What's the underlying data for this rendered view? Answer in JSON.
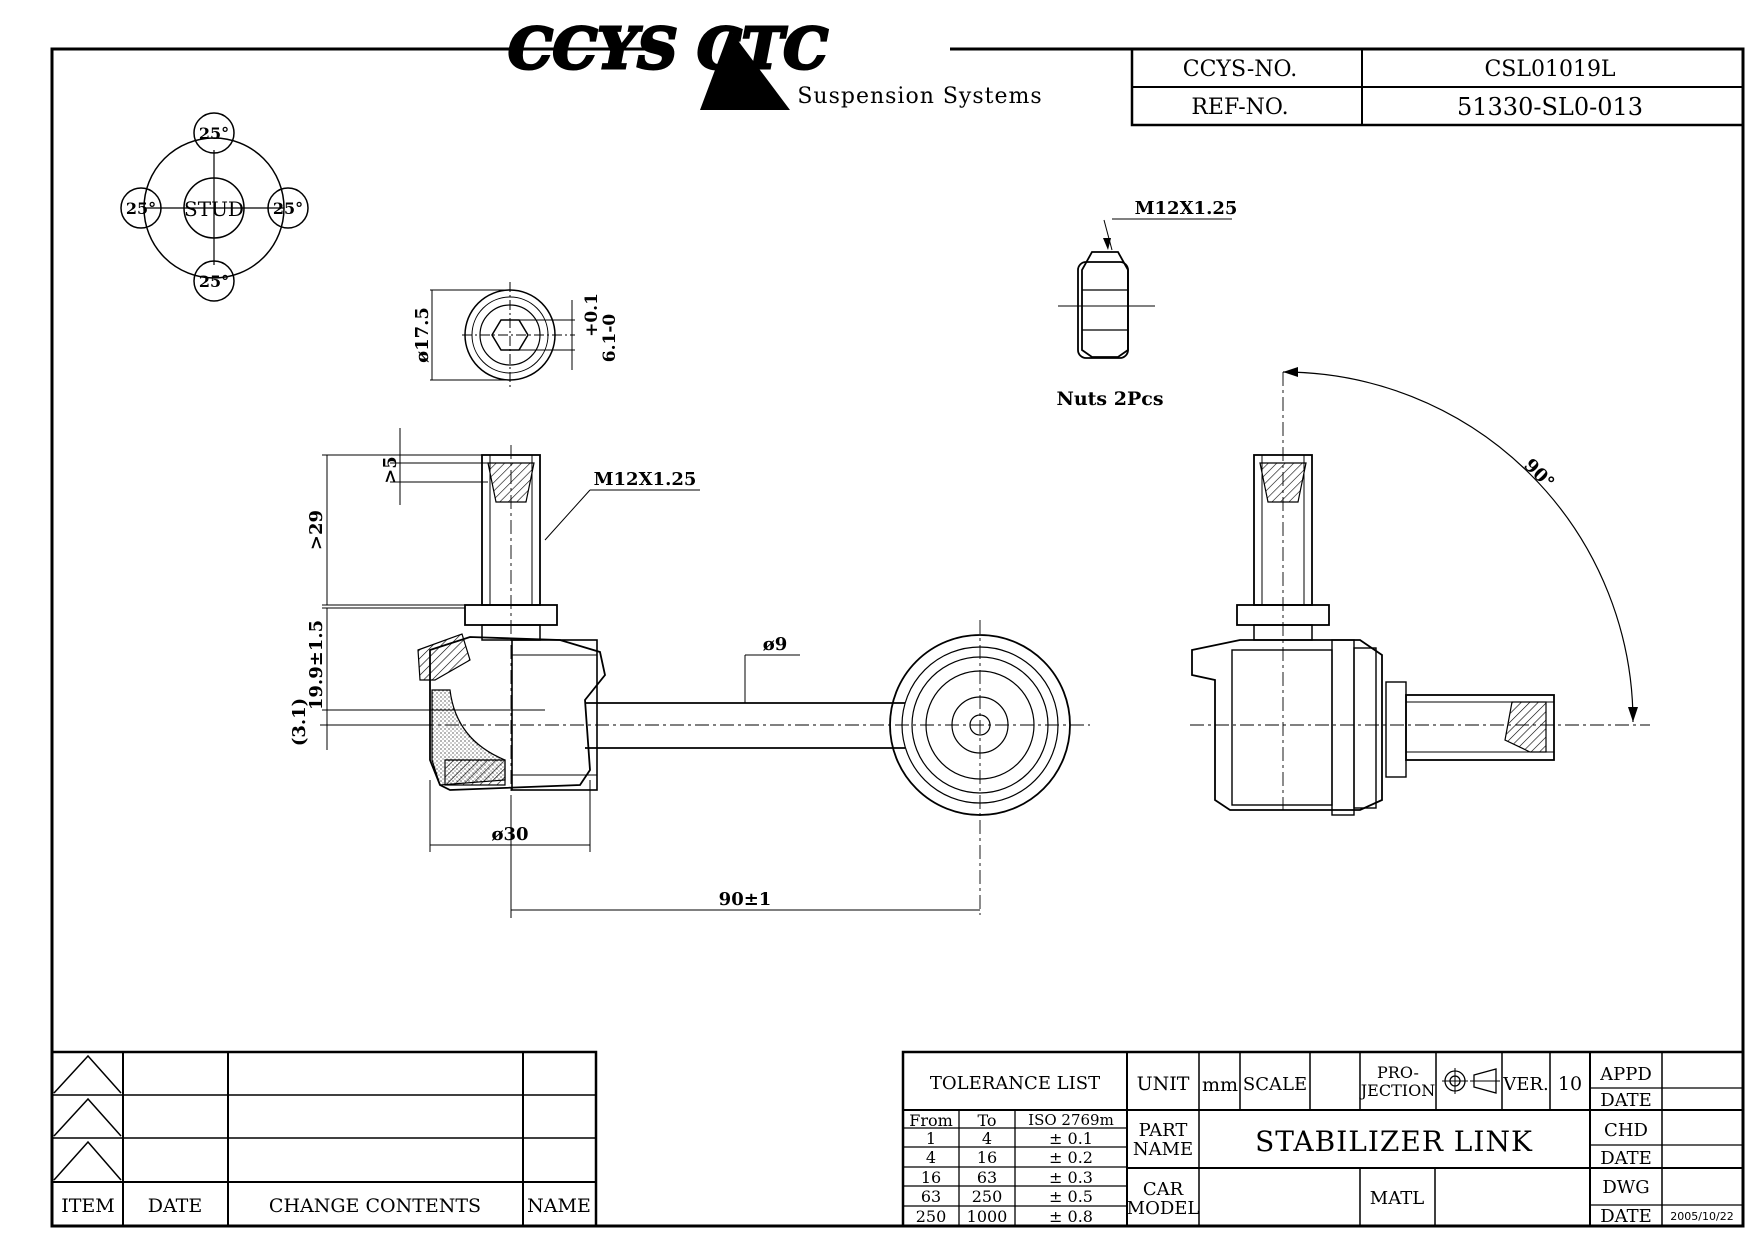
{
  "brand": {
    "logo_text": "CCYS CTC",
    "tagline": "Suspension Systems"
  },
  "header_table": {
    "ccys_no_label": "CCYS-NO.",
    "ccys_no_value": "CSL01019L",
    "ref_no_label": "REF-NO.",
    "ref_no_value": "51330-SL0-013"
  },
  "stud_angle_diagram": {
    "center_label": "STUD",
    "angles": [
      "25°",
      "25°",
      "25°",
      "25°"
    ]
  },
  "dimensions": {
    "stud_end_dia": "ø17.5",
    "hex_tol_top": "+0.1",
    "hex_tol_bottom": "6.1-0",
    "thread_main": "M12X1.25",
    "thread_nut": "M12X1.25",
    "nuts_note": "Nuts 2Pcs",
    "dim_gt5": ">5",
    "dim_gt29": ">29",
    "dim_height": "19.9±1.5",
    "dim_offset": "(3.1)",
    "rod_dia": "ø9",
    "housing_dia": "ø30",
    "center_distance": "90±1",
    "rotation_angle": "90°"
  },
  "revision_table": {
    "headers": [
      "ITEM",
      "DATE",
      "CHANGE CONTENTS",
      "NAME"
    ]
  },
  "tolerance_list": {
    "title": "TOLERANCE LIST",
    "col_from": "From",
    "col_to": "To",
    "col_iso": "ISO 2769m",
    "rows": [
      {
        "from": "1",
        "to": "4",
        "tol": "± 0.1"
      },
      {
        "from": "4",
        "to": "16",
        "tol": "± 0.2"
      },
      {
        "from": "16",
        "to": "63",
        "tol": "± 0.3"
      },
      {
        "from": "63",
        "to": "250",
        "tol": "± 0.5"
      },
      {
        "from": "250",
        "to": "1000",
        "tol": "± 0.8"
      }
    ]
  },
  "title_block": {
    "unit_label": "UNIT",
    "unit_value": "mm",
    "scale_label": "SCALE",
    "projection_line1": "PRO-",
    "projection_line2": "JECTION",
    "ver_label": "VER.",
    "ver_value": "10",
    "appd_label": "APPD",
    "date_label_1": "DATE",
    "chd_label": "CHD",
    "date_label_2": "DATE",
    "dwg_label": "DWG",
    "date_label_3": "DATE",
    "dwg_date": "2005/10/22",
    "part_name_line1": "PART",
    "part_name_line2": "NAME",
    "part_name_value": "STABILIZER LINK",
    "car_model_line1": "CAR",
    "car_model_line2": "MODEL",
    "matl_label": "MATL"
  }
}
